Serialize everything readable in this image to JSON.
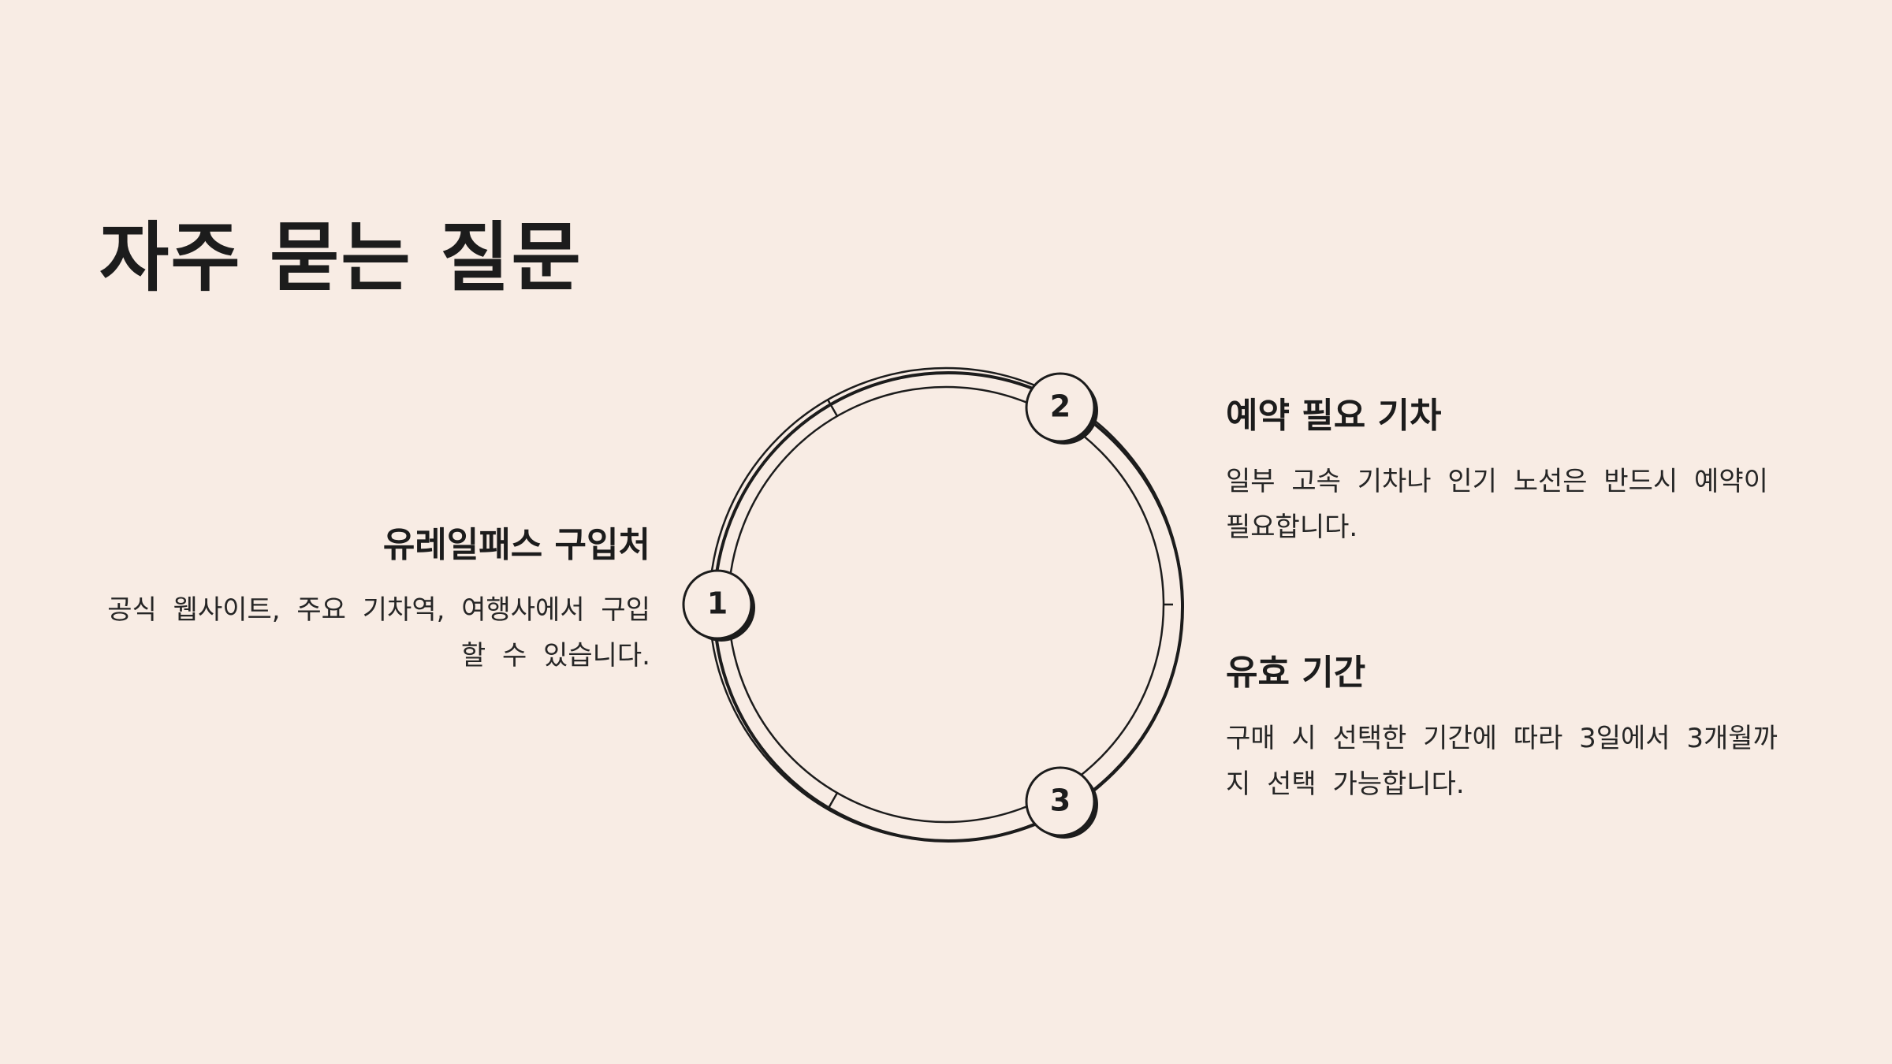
{
  "page": {
    "title": "자주 묻는 질문"
  },
  "colors": {
    "background": "#f8ece4",
    "ink": "#1c1c1c",
    "marker_fill": "#f8ece4"
  },
  "steps": [
    {
      "number": "1",
      "title": "유레일패스 구입처",
      "description": "공식 웹사이트, 주요 기차역, 여행사에서 구입할 수 있습니다."
    },
    {
      "number": "2",
      "title": "예약 필요 기차",
      "description": "일부 고속 기차나 인기 노선은 반드시 예약이 필요합니다."
    },
    {
      "number": "3",
      "title": "유효 기간",
      "description": "구매 시 선택한 기간에 따라 3일에서 3개월까지 선택 가능합니다."
    }
  ]
}
